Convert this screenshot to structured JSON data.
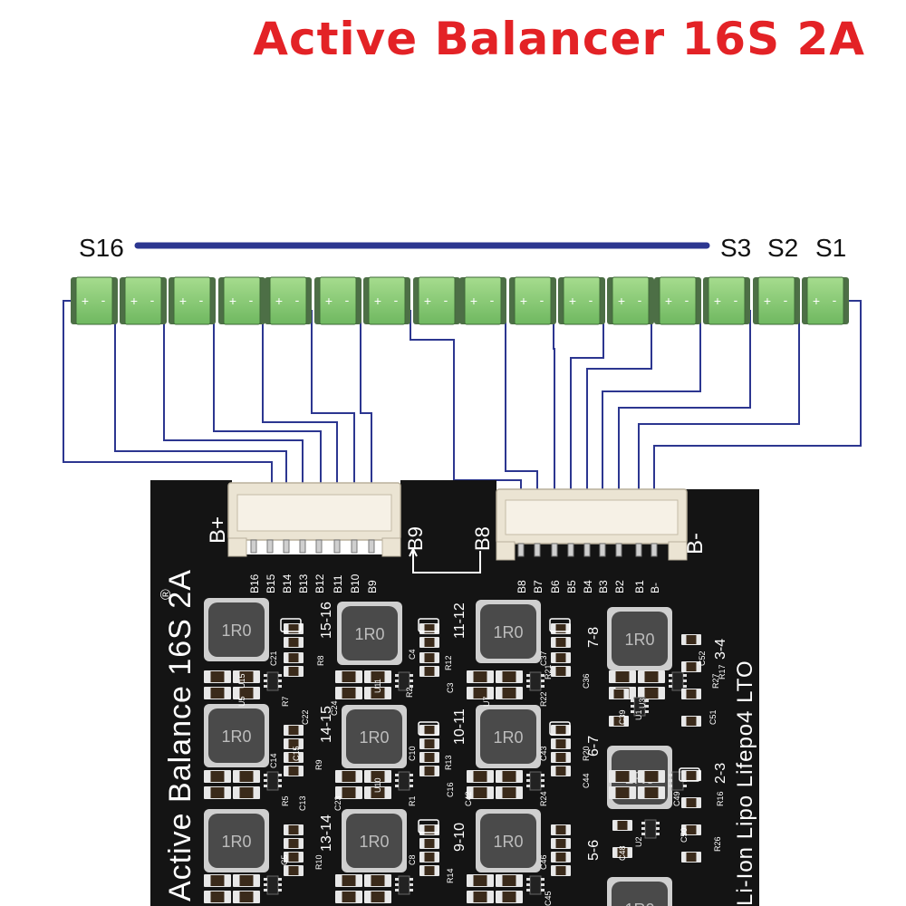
{
  "title": "Active Balancer 16S 2A",
  "series_labels": {
    "first": "S16",
    "s3": "S3",
    "s2": "S2",
    "s1": "S1"
  },
  "cells": [
    {
      "plus": "+",
      "minus": "-"
    },
    {
      "plus": "+",
      "minus": "-"
    },
    {
      "plus": "+",
      "minus": "-"
    },
    {
      "plus": "+",
      "minus": "-"
    },
    {
      "plus": "+",
      "minus": "-"
    },
    {
      "plus": "+",
      "minus": "-"
    },
    {
      "plus": "+",
      "minus": "-"
    },
    {
      "plus": "+",
      "minus": "-"
    },
    {
      "plus": "+",
      "minus": "-"
    },
    {
      "plus": "+",
      "minus": "-"
    },
    {
      "plus": "+",
      "minus": "-"
    },
    {
      "plus": "+",
      "minus": "-"
    },
    {
      "plus": "+",
      "minus": "-"
    },
    {
      "plus": "+",
      "minus": "-"
    },
    {
      "plus": "+",
      "minus": "-"
    },
    {
      "plus": "+",
      "minus": "-"
    }
  ],
  "board": {
    "b_plus": "B+",
    "b_minus": "B-",
    "b9": "B9",
    "b8": "B8",
    "left_pins": [
      "B16",
      "B15",
      "B14",
      "B13",
      "B12",
      "B11",
      "B10",
      "B9"
    ],
    "right_pins": [
      "B8",
      "B7",
      "B6",
      "B5",
      "B4",
      "B3",
      "B2",
      "B1",
      "B-"
    ],
    "vertical_text": "Active Balance 16S 2A",
    "reg_mark": "®",
    "right_vertical": "Li-Ion Lipo Lifepo4 LTO",
    "inductor_label": "1R0",
    "cell_pairs": [
      "15-16",
      "14-15",
      "13-14",
      "11-12",
      "10-11",
      "9-10",
      "7-8",
      "6-7",
      "5-6",
      "3-4",
      "2-3"
    ],
    "components": [
      "C21",
      "C22",
      "C24",
      "R7",
      "R8",
      "R9",
      "R5",
      "C13",
      "C14",
      "C15",
      "C23",
      "R10",
      "C5",
      "C4",
      "R12",
      "C3",
      "R2",
      "C10",
      "R13",
      "R1",
      "C16",
      "C8",
      "R14",
      "C37",
      "R21",
      "C36",
      "R22",
      "C43",
      "C44",
      "R20",
      "R24",
      "C42",
      "C46",
      "C45",
      "C52",
      "R27",
      "R17",
      "C51",
      "C39",
      "C49",
      "R16",
      "C50",
      "R26",
      "C48",
      "U1",
      "U2",
      "U3",
      "U5",
      "U7",
      "U10",
      "U11",
      "U15"
    ]
  }
}
